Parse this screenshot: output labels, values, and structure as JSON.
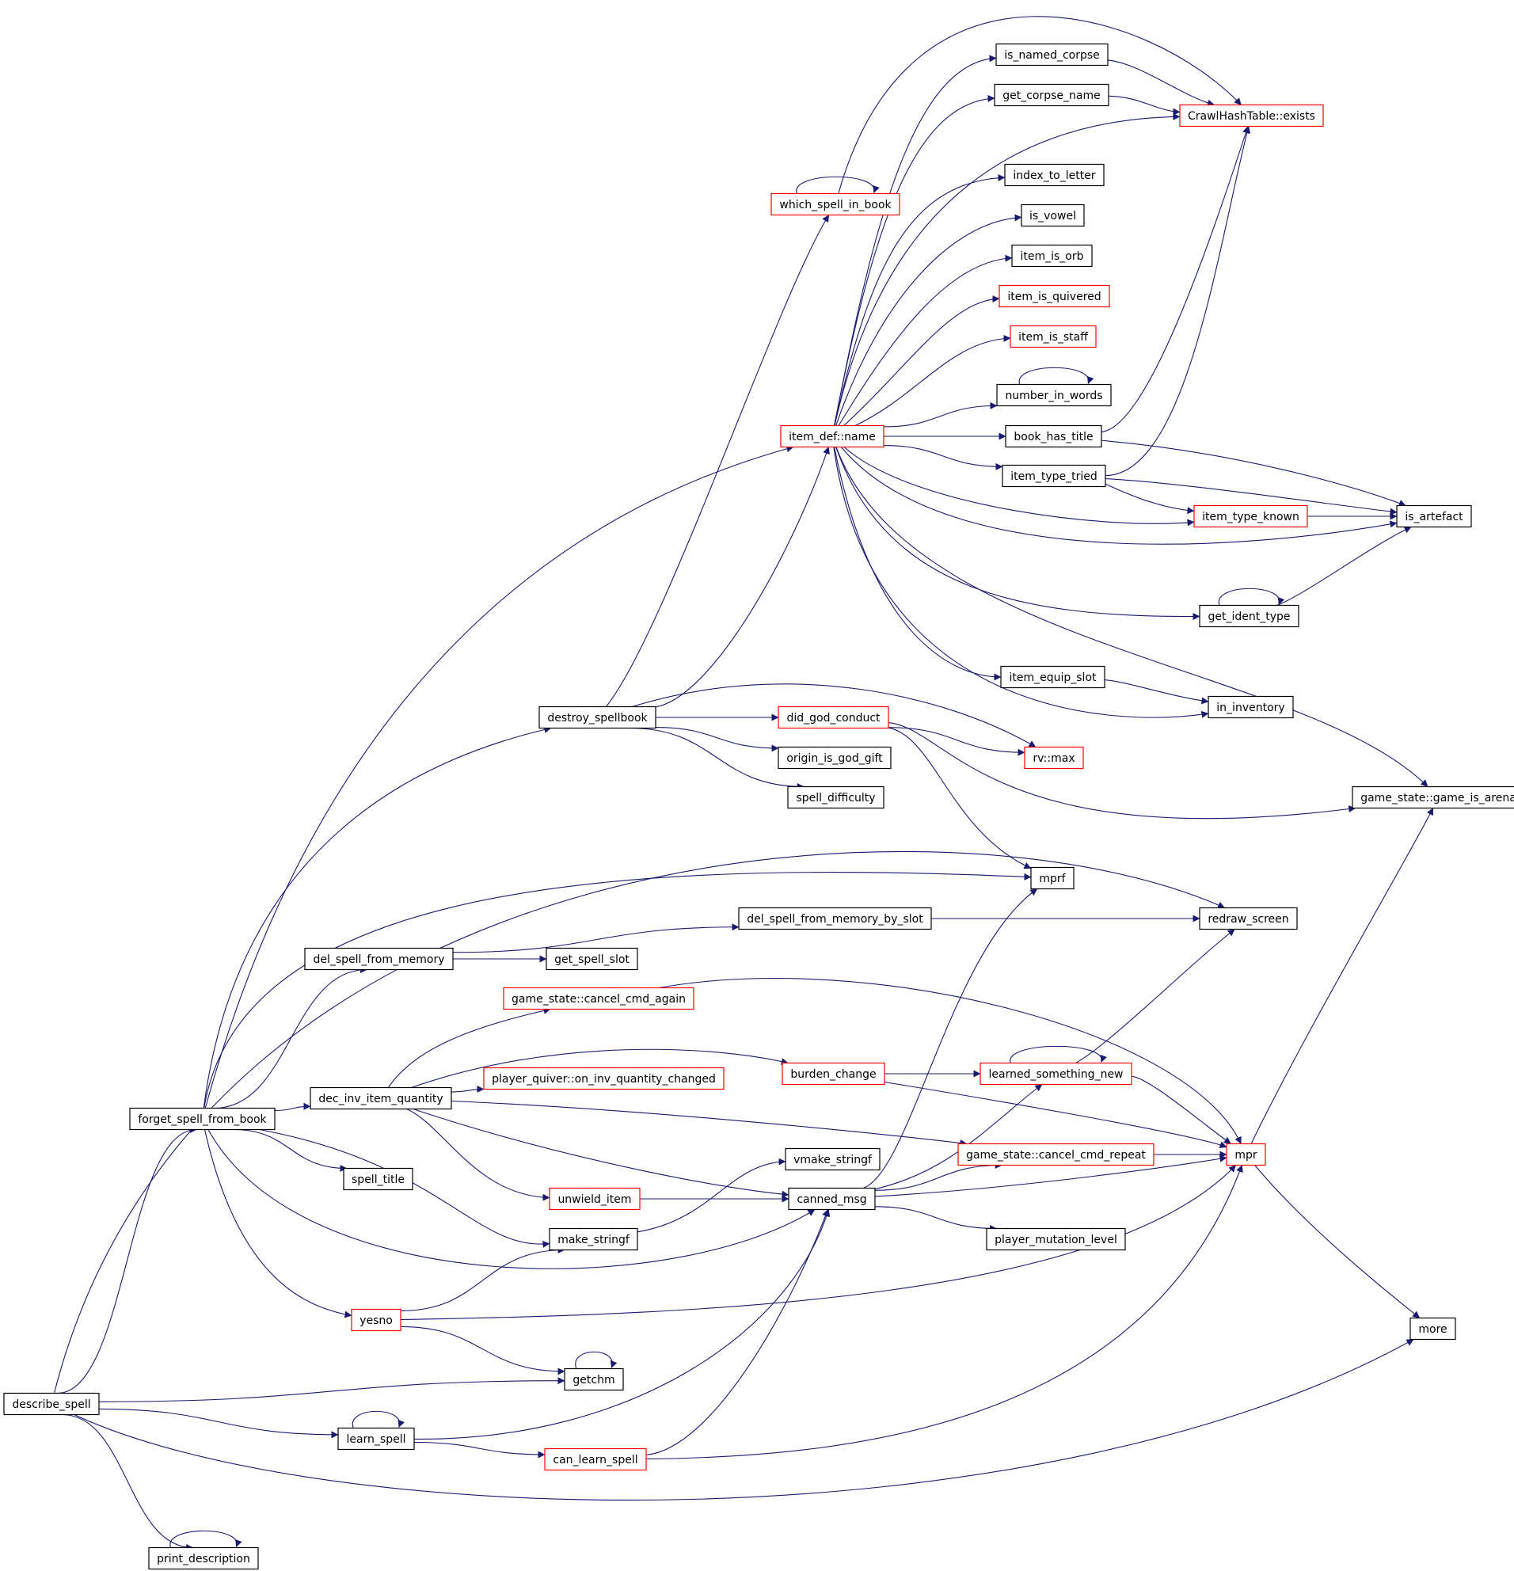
{
  "diagram": {
    "type": "call-graph",
    "colors": {
      "edge": "#191970",
      "root_fill": "#bfbfbf",
      "border_default": "#000000",
      "border_truncated": "#ff0000",
      "background": "#ffffff"
    },
    "nodes": [
      {
        "id": "describe_spell",
        "label": "describe_spell",
        "border": "black",
        "root": true
      },
      {
        "id": "forget_spell_from_book",
        "label": "forget_spell_from_book",
        "border": "black"
      },
      {
        "id": "learn_spell",
        "label": "learn_spell",
        "border": "black"
      },
      {
        "id": "print_description",
        "label": "print_description",
        "border": "black"
      },
      {
        "id": "destroy_spellbook",
        "label": "destroy_spellbook",
        "border": "black"
      },
      {
        "id": "del_spell_from_memory",
        "label": "del_spell_from_memory",
        "border": "black"
      },
      {
        "id": "dec_inv_item_quantity",
        "label": "dec_inv_item_quantity",
        "border": "black"
      },
      {
        "id": "spell_title",
        "label": "spell_title",
        "border": "black"
      },
      {
        "id": "yesno",
        "label": "yesno",
        "border": "red"
      },
      {
        "id": "get_spell_slot",
        "label": "get_spell_slot",
        "border": "black"
      },
      {
        "id": "cancel_cmd_again",
        "label": "game_state::cancel_cmd_again",
        "border": "red"
      },
      {
        "id": "on_inv_quantity_changed",
        "label": "player_quiver::on_inv_quantity_changed",
        "border": "red"
      },
      {
        "id": "unwield_item",
        "label": "unwield_item",
        "border": "red"
      },
      {
        "id": "make_stringf",
        "label": "make_stringf",
        "border": "black"
      },
      {
        "id": "getchm",
        "label": "getchm",
        "border": "black"
      },
      {
        "id": "can_learn_spell",
        "label": "can_learn_spell",
        "border": "red"
      },
      {
        "id": "which_spell_in_book",
        "label": "which_spell_in_book",
        "border": "red"
      },
      {
        "id": "item_def_name",
        "label": "item_def::name",
        "border": "red"
      },
      {
        "id": "did_god_conduct",
        "label": "did_god_conduct",
        "border": "red"
      },
      {
        "id": "origin_is_god_gift",
        "label": "origin_is_god_gift",
        "border": "black"
      },
      {
        "id": "spell_difficulty",
        "label": "spell_difficulty",
        "border": "black"
      },
      {
        "id": "del_spell_from_memory_by_slot",
        "label": "del_spell_from_memory_by_slot",
        "border": "black"
      },
      {
        "id": "burden_change",
        "label": "burden_change",
        "border": "red"
      },
      {
        "id": "vmake_stringf",
        "label": "vmake_stringf",
        "border": "black"
      },
      {
        "id": "canned_msg",
        "label": "canned_msg",
        "border": "black"
      },
      {
        "id": "is_named_corpse",
        "label": "is_named_corpse",
        "border": "black"
      },
      {
        "id": "get_corpse_name",
        "label": "get_corpse_name",
        "border": "black"
      },
      {
        "id": "index_to_letter",
        "label": "index_to_letter",
        "border": "black"
      },
      {
        "id": "is_vowel",
        "label": "is_vowel",
        "border": "black"
      },
      {
        "id": "item_is_orb",
        "label": "item_is_orb",
        "border": "black"
      },
      {
        "id": "item_is_quivered",
        "label": "item_is_quivered",
        "border": "red"
      },
      {
        "id": "item_is_staff",
        "label": "item_is_staff",
        "border": "red"
      },
      {
        "id": "number_in_words",
        "label": "number_in_words",
        "border": "black"
      },
      {
        "id": "book_has_title",
        "label": "book_has_title",
        "border": "black"
      },
      {
        "id": "item_type_tried",
        "label": "item_type_tried",
        "border": "black"
      },
      {
        "id": "item_equip_slot",
        "label": "item_equip_slot",
        "border": "black"
      },
      {
        "id": "rv_max",
        "label": "rv::max",
        "border": "red"
      },
      {
        "id": "mprf",
        "label": "mprf",
        "border": "black"
      },
      {
        "id": "learned_something_new",
        "label": "learned_something_new",
        "border": "red"
      },
      {
        "id": "cancel_cmd_repeat",
        "label": "game_state::cancel_cmd_repeat",
        "border": "red"
      },
      {
        "id": "player_mutation_level",
        "label": "player_mutation_level",
        "border": "black"
      },
      {
        "id": "crawl_exists",
        "label": "CrawlHashTable::exists",
        "border": "red"
      },
      {
        "id": "item_type_known",
        "label": "item_type_known",
        "border": "red"
      },
      {
        "id": "get_ident_type",
        "label": "get_ident_type",
        "border": "black"
      },
      {
        "id": "in_inventory",
        "label": "in_inventory",
        "border": "black"
      },
      {
        "id": "redraw_screen",
        "label": "redraw_screen",
        "border": "black"
      },
      {
        "id": "mpr",
        "label": "mpr",
        "border": "red"
      },
      {
        "id": "is_artefact",
        "label": "is_artefact",
        "border": "black"
      },
      {
        "id": "game_is_arena",
        "label": "game_state::game_is_arena",
        "border": "black"
      },
      {
        "id": "more",
        "label": "more",
        "border": "black"
      }
    ],
    "edges": [
      [
        "describe_spell",
        "forget_spell_from_book"
      ],
      [
        "describe_spell",
        "learn_spell"
      ],
      [
        "describe_spell",
        "print_description"
      ],
      [
        "describe_spell",
        "getchm"
      ],
      [
        "describe_spell",
        "redraw_screen"
      ],
      [
        "describe_spell",
        "more"
      ],
      [
        "forget_spell_from_book",
        "item_def_name"
      ],
      [
        "forget_spell_from_book",
        "destroy_spellbook"
      ],
      [
        "forget_spell_from_book",
        "mprf"
      ],
      [
        "forget_spell_from_book",
        "del_spell_from_memory"
      ],
      [
        "forget_spell_from_book",
        "dec_inv_item_quantity"
      ],
      [
        "forget_spell_from_book",
        "spell_title"
      ],
      [
        "forget_spell_from_book",
        "make_stringf"
      ],
      [
        "forget_spell_from_book",
        "canned_msg"
      ],
      [
        "forget_spell_from_book",
        "yesno"
      ],
      [
        "learn_spell",
        "learn_spell"
      ],
      [
        "learn_spell",
        "canned_msg"
      ],
      [
        "learn_spell",
        "can_learn_spell"
      ],
      [
        "print_description",
        "print_description"
      ],
      [
        "destroy_spellbook",
        "which_spell_in_book"
      ],
      [
        "destroy_spellbook",
        "item_def_name"
      ],
      [
        "destroy_spellbook",
        "rv_max"
      ],
      [
        "destroy_spellbook",
        "did_god_conduct"
      ],
      [
        "destroy_spellbook",
        "origin_is_god_gift"
      ],
      [
        "destroy_spellbook",
        "spell_difficulty"
      ],
      [
        "del_spell_from_memory",
        "del_spell_from_memory_by_slot"
      ],
      [
        "del_spell_from_memory",
        "get_spell_slot"
      ],
      [
        "dec_inv_item_quantity",
        "cancel_cmd_again"
      ],
      [
        "dec_inv_item_quantity",
        "burden_change"
      ],
      [
        "dec_inv_item_quantity",
        "on_inv_quantity_changed"
      ],
      [
        "dec_inv_item_quantity",
        "cancel_cmd_repeat"
      ],
      [
        "dec_inv_item_quantity",
        "unwield_item"
      ],
      [
        "dec_inv_item_quantity",
        "canned_msg"
      ],
      [
        "yesno",
        "make_stringf"
      ],
      [
        "yesno",
        "mpr"
      ],
      [
        "yesno",
        "getchm"
      ],
      [
        "getchm",
        "getchm"
      ],
      [
        "can_learn_spell",
        "canned_msg"
      ],
      [
        "can_learn_spell",
        "mpr"
      ],
      [
        "which_spell_in_book",
        "which_spell_in_book"
      ],
      [
        "which_spell_in_book",
        "crawl_exists"
      ],
      [
        "did_god_conduct",
        "rv_max"
      ],
      [
        "did_god_conduct",
        "game_is_arena"
      ],
      [
        "did_god_conduct",
        "mprf"
      ],
      [
        "del_spell_from_memory_by_slot",
        "redraw_screen"
      ],
      [
        "cancel_cmd_again",
        "mpr"
      ],
      [
        "burden_change",
        "learned_something_new"
      ],
      [
        "burden_change",
        "mpr"
      ],
      [
        "unwield_item",
        "canned_msg"
      ],
      [
        "make_stringf",
        "vmake_stringf"
      ],
      [
        "canned_msg",
        "mprf"
      ],
      [
        "canned_msg",
        "learned_something_new"
      ],
      [
        "canned_msg",
        "cancel_cmd_repeat"
      ],
      [
        "canned_msg",
        "mpr"
      ],
      [
        "canned_msg",
        "player_mutation_level"
      ],
      [
        "learned_something_new",
        "learned_something_new"
      ],
      [
        "learned_something_new",
        "redraw_screen"
      ],
      [
        "learned_something_new",
        "mpr"
      ],
      [
        "cancel_cmd_repeat",
        "mpr"
      ],
      [
        "mpr",
        "game_is_arena"
      ],
      [
        "mpr",
        "more"
      ],
      [
        "item_def_name",
        "is_named_corpse"
      ],
      [
        "item_def_name",
        "get_corpse_name"
      ],
      [
        "item_def_name",
        "crawl_exists"
      ],
      [
        "item_def_name",
        "index_to_letter"
      ],
      [
        "item_def_name",
        "is_vowel"
      ],
      [
        "item_def_name",
        "item_is_orb"
      ],
      [
        "item_def_name",
        "item_is_quivered"
      ],
      [
        "item_def_name",
        "item_is_staff"
      ],
      [
        "item_def_name",
        "number_in_words"
      ],
      [
        "item_def_name",
        "book_has_title"
      ],
      [
        "item_def_name",
        "item_type_tried"
      ],
      [
        "item_def_name",
        "item_type_known"
      ],
      [
        "item_def_name",
        "is_artefact"
      ],
      [
        "item_def_name",
        "get_ident_type"
      ],
      [
        "item_def_name",
        "item_equip_slot"
      ],
      [
        "item_def_name",
        "in_inventory"
      ],
      [
        "item_def_name",
        "game_is_arena"
      ],
      [
        "is_named_corpse",
        "crawl_exists"
      ],
      [
        "get_corpse_name",
        "crawl_exists"
      ],
      [
        "number_in_words",
        "number_in_words"
      ],
      [
        "book_has_title",
        "crawl_exists"
      ],
      [
        "book_has_title",
        "is_artefact"
      ],
      [
        "item_type_tried",
        "crawl_exists"
      ],
      [
        "item_type_tried",
        "item_type_known"
      ],
      [
        "item_type_tried",
        "is_artefact"
      ],
      [
        "item_type_known",
        "is_artefact"
      ],
      [
        "get_ident_type",
        "get_ident_type"
      ],
      [
        "get_ident_type",
        "is_artefact"
      ],
      [
        "item_equip_slot",
        "in_inventory"
      ]
    ]
  }
}
